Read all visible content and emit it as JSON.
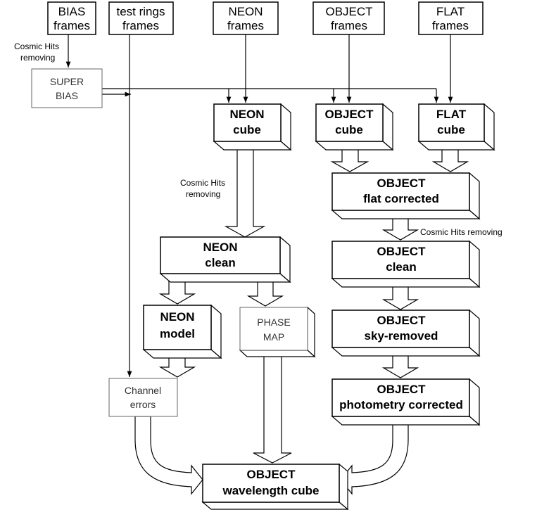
{
  "inputs": {
    "bias": [
      "BIAS",
      "frames"
    ],
    "test_rings": [
      "test rings",
      "frames"
    ],
    "neon": [
      "NEON",
      "frames"
    ],
    "object": [
      "OBJECT",
      "frames"
    ],
    "flat": [
      "FLAT",
      "frames"
    ]
  },
  "labels": {
    "cosmic_1": [
      "Cosmic Hits",
      "removing"
    ],
    "cosmic_2": [
      "Cosmic Hits",
      "removing"
    ],
    "cosmic_3": "Cosmic Hits  removing"
  },
  "boxes": {
    "super_bias": [
      "SUPER",
      "BIAS"
    ],
    "neon_cube": [
      "NEON",
      "cube"
    ],
    "object_cube": [
      "OBJECT",
      "cube"
    ],
    "flat_cube": [
      "FLAT",
      "cube"
    ],
    "object_flat": [
      "OBJECT",
      "flat corrected"
    ],
    "neon_clean": [
      "NEON",
      "clean"
    ],
    "object_clean": [
      "OBJECT",
      "clean"
    ],
    "neon_model": [
      "NEON",
      "model"
    ],
    "phase_map": [
      "PHASE",
      "MAP"
    ],
    "object_sky": [
      "OBJECT",
      "sky-removed"
    ],
    "channel_errors": [
      "Channel",
      "errors"
    ],
    "object_photometry": [
      "OBJECT",
      "photometry corrected"
    ],
    "object_wavelength": [
      "OBJECT",
      "wavelength cube"
    ]
  }
}
